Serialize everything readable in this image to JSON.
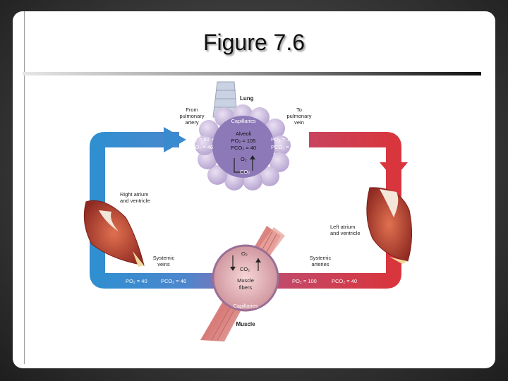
{
  "slide": {
    "title": "Figure 7.6"
  },
  "diagram": {
    "lung_label": "Lung",
    "capillaries_top": "Capillaries",
    "alveoli": "Alveoli",
    "alveoli_po2": "PO₂ = 105",
    "alveoli_pco2": "PCO₂ = 40",
    "o2_top": "O₂",
    "co2_top": "CO₂",
    "from_pulmonary_artery": [
      "From",
      "pulmonary",
      "artery"
    ],
    "to_pulmonary_vein": [
      "To",
      "pulmonary",
      "vein"
    ],
    "top_left_po2": "PO₂ = 40",
    "top_left_pco2": "PCO₂ = 46",
    "top_right_po2": "PO₂ = 100",
    "top_right_pco2": "PCO₂ = 40",
    "right_atrium": [
      "Right atrium",
      "and ventricle"
    ],
    "left_atrium": [
      "Left atrium",
      "and ventricle"
    ],
    "systemic_veins": [
      "Systemic",
      "veins"
    ],
    "systemic_arteries": [
      "Systemic",
      "arteries"
    ],
    "bottom_left_po2": "PO₂ = 40",
    "bottom_left_pco2": "PCO₂ = 46",
    "bottom_right_po2": "PO₂ = 100",
    "bottom_right_pco2": "PCO₂ = 40",
    "o2_bottom": "O₂",
    "co2_bottom": "CO₂",
    "muscle_fibers": [
      "Muscle",
      "fibers"
    ],
    "capillaries_bottom": "Capillaries",
    "muscle_label": "Muscle",
    "colors": {
      "venous": "#2f8fd0",
      "arterial": "#d9353d",
      "mixed": "#7a68b0"
    }
  }
}
